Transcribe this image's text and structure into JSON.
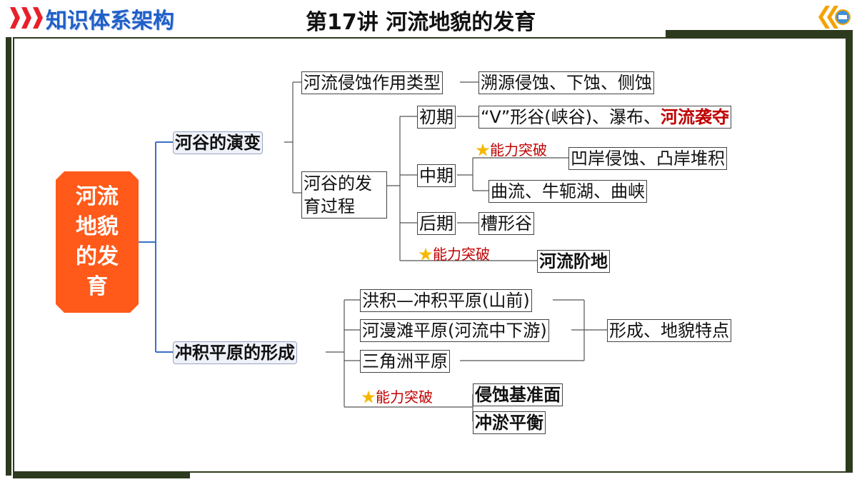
{
  "header": {
    "section_title": "知识体系架构",
    "page_title": "第17讲 河流地貌的发育"
  },
  "colors": {
    "accent_blue": "#1f5fc8",
    "root_orange": "#ff5a1a",
    "frame_dark": "#2d3a1e",
    "chevron_red": "#e8202a",
    "highlight_red": "#c00000",
    "star_gold": "#f5b800",
    "connector_blue": "#3b6fc4"
  },
  "mindmap": {
    "root": "河流地貌的发育",
    "valley": {
      "label": "河谷的演变",
      "erosion_type": "河流侵蚀作用类型",
      "erosion_detail": "溯源侵蚀、下蚀、侧蚀",
      "process": "河谷的发育过程",
      "early": "初期",
      "early_detail": "“V”形谷(峡谷)、瀑布、",
      "early_highlight": "河流袭夺",
      "middle": "中期",
      "middle_detail_1": "凹岸侵蚀、凸岸堆积",
      "middle_detail_2": "曲流、牛轭湖、曲峡",
      "late": "后期",
      "late_detail": "槽形谷",
      "terrace": "河流阶地"
    },
    "plain": {
      "label": "冲积平原的形成",
      "alluvial_fan": "洪积—冲积平原(山前)",
      "floodplain": "河漫滩平原(河流中下游)",
      "delta": "三角洲平原",
      "formation": "形成、地貌特点",
      "base_level": "侵蚀基准面",
      "equilibrium": "冲淤平衡"
    },
    "ability_label": "能力突破",
    "star_icon": "★"
  }
}
